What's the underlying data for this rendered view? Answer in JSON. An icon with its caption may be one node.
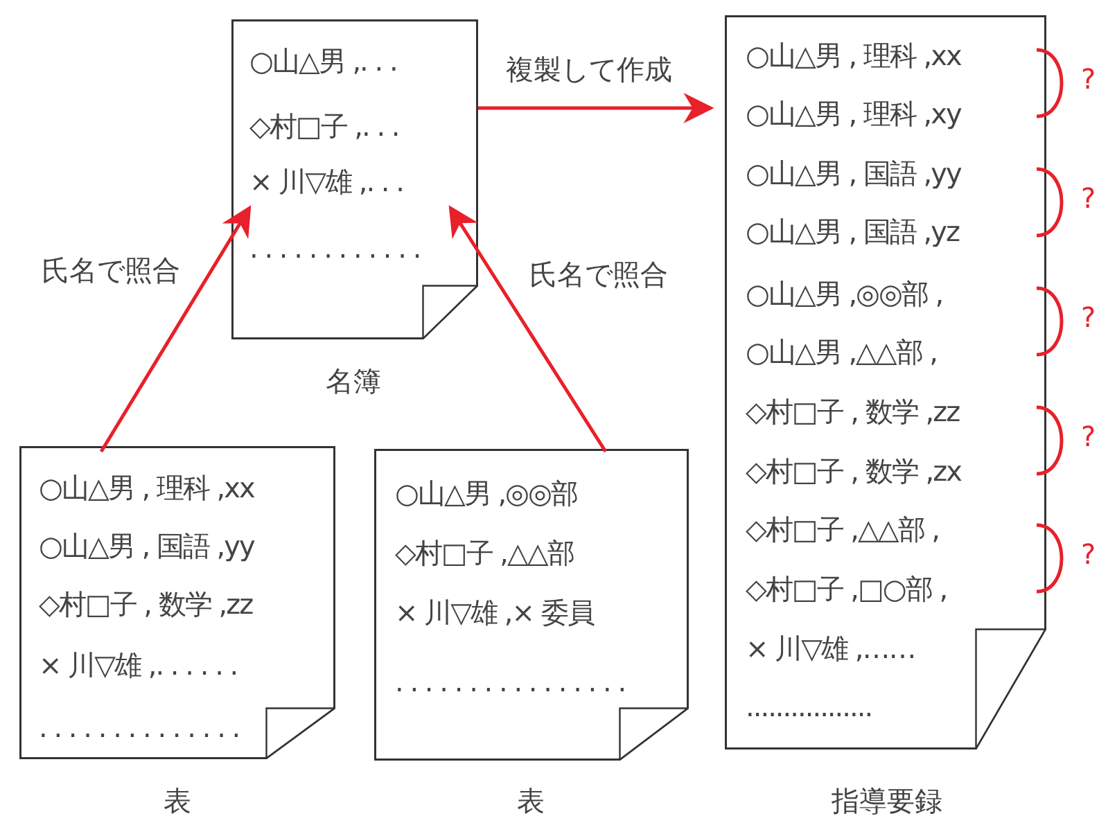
{
  "diagram": {
    "nodes": [
      {
        "text": [
          "○山△男 ,. . .",
          "◇村□子 ,. . .",
          "× 川▽雄 ,. . .",
          ". . . . . . . . . . . ."
        ],
        "beside": [
          "名簿"
        ]
      },
      {
        "text": [
          "○山△男 , 理科 ,xx",
          "○山△男 , 国語 ,yy",
          "◇村□子 , 数学 ,zz",
          "× 川▽雄 ,. . . . . .",
          ". . . . . . . . . . . . . ."
        ],
        "beside": [
          "表"
        ]
      },
      {
        "text": [
          "○山△男 ,◎◎部",
          "◇村□子 ,△△部",
          "× 川▽雄 ,× 委員",
          ". . . . . . . . . . . . . . . ."
        ],
        "beside": [
          "表"
        ]
      },
      {
        "text": [
          "○山△男 , 理科 ,xx",
          "○山△男 , 理科 ,xy",
          "○山△男 , 国語 ,yy",
          "○山△男 , 国語 ,yz",
          "○山△男 ,◎◎部 ,",
          "○山△男 ,△△部 ,",
          "◇村□子 , 数学 ,zz",
          "◇村□子 , 数学 ,zx",
          "◇村□子 ,△△部 ,",
          "◇村□子 ,□○部 ,",
          "× 川▽雄 ,……",
          "................."
        ],
        "beside": [
          "指導要録"
        ]
      }
    ],
    "edges": [
      {
        "from": 1,
        "to": 0,
        "arrow": "to",
        "label": "氏名で照合"
      },
      {
        "from": 2,
        "to": 0,
        "arrow": "to",
        "label": "氏名で照合"
      },
      {
        "from": 0,
        "to": 3,
        "arrow": "to",
        "label": "複製して作成"
      }
    ],
    "labels": [
      "?",
      "?",
      "?",
      "?",
      "?"
    ]
  }
}
